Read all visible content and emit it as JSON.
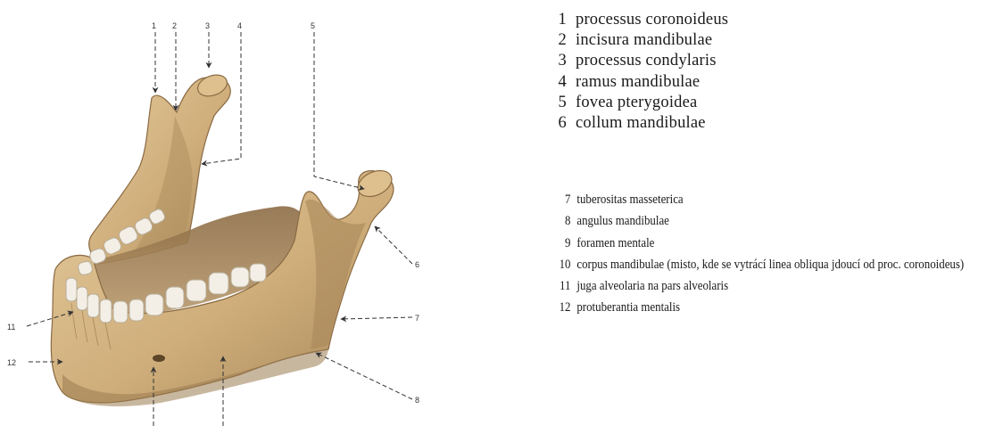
{
  "figure": {
    "callout_numbers": [
      "1",
      "2",
      "3",
      "4",
      "5",
      "6",
      "7",
      "8",
      "11",
      "12"
    ]
  },
  "legend_top": [
    {
      "num": "1",
      "label": "processus coronoideus"
    },
    {
      "num": "2",
      "label": "incisura mandibulae"
    },
    {
      "num": "3",
      "label": "processus condylaris"
    },
    {
      "num": "4",
      "label": "ramus mandibulae"
    },
    {
      "num": "5",
      "label": "fovea pterygoidea"
    },
    {
      "num": "6",
      "label": "collum mandibulae"
    }
  ],
  "legend_bottom": [
    {
      "num": "7",
      "label": "tuberositas masseterica"
    },
    {
      "num": "8",
      "label": "angulus mandibulae"
    },
    {
      "num": "9",
      "label": "foramen mentale"
    },
    {
      "num": "10",
      "label": "corpus mandibulae (misto, kde se vytrácí linea obliqua jdoucí od proc. coronoideus)"
    },
    {
      "num": "11",
      "label": "juga alveolaria na pars alveolaris"
    },
    {
      "num": "12",
      "label": "protuberantia mentalis"
    }
  ],
  "colors": {
    "bone": "#d6b98a",
    "bone_shadow": "#a8875a",
    "bone_dark": "#7d6240",
    "tooth": "#f3efe6",
    "tooth_outline": "#b7ad98",
    "pointer": "#333333"
  }
}
